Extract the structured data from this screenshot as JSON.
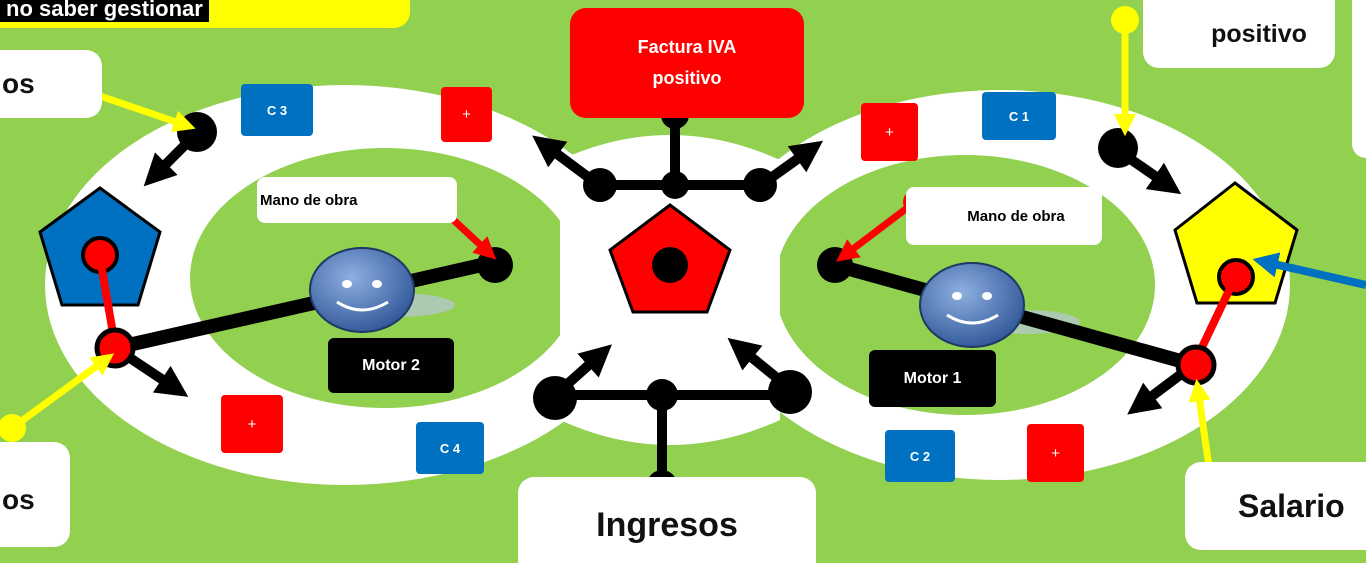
{
  "colors": {
    "background": "#92d050",
    "track": "#ffffff",
    "engine_red": "#ff0000",
    "engine_blue": "#0070c0",
    "engine_yellow": "#ffff00",
    "arrow_black": "#000000",
    "arrow_yellow": "#ffff00",
    "arrow_red": "#ff0000",
    "arrow_blue": "#0070c0",
    "title_yellow": "#ffff00"
  },
  "title_banner": "no saber gestionar",
  "top_center_box": "Factura IVA positivo",
  "top_right_box": "positivo",
  "left_top_box": "os",
  "left_bottom_box": "os",
  "bottom_center_box": "Ingresos",
  "bottom_right_box": "Salario",
  "left_loop": {
    "mano_label": "Mano de obra",
    "motor_label": "Motor 2",
    "tags": [
      "C 3",
      "C 4"
    ],
    "plus": [
      "+",
      "+"
    ]
  },
  "right_loop": {
    "mano_label": "Mano de obra",
    "motor_label": "Motor 1",
    "tags": [
      "C 1",
      "C 2"
    ],
    "plus": [
      "+",
      "+"
    ]
  },
  "icons": [
    "smiley-icon",
    "smiley-icon"
  ]
}
